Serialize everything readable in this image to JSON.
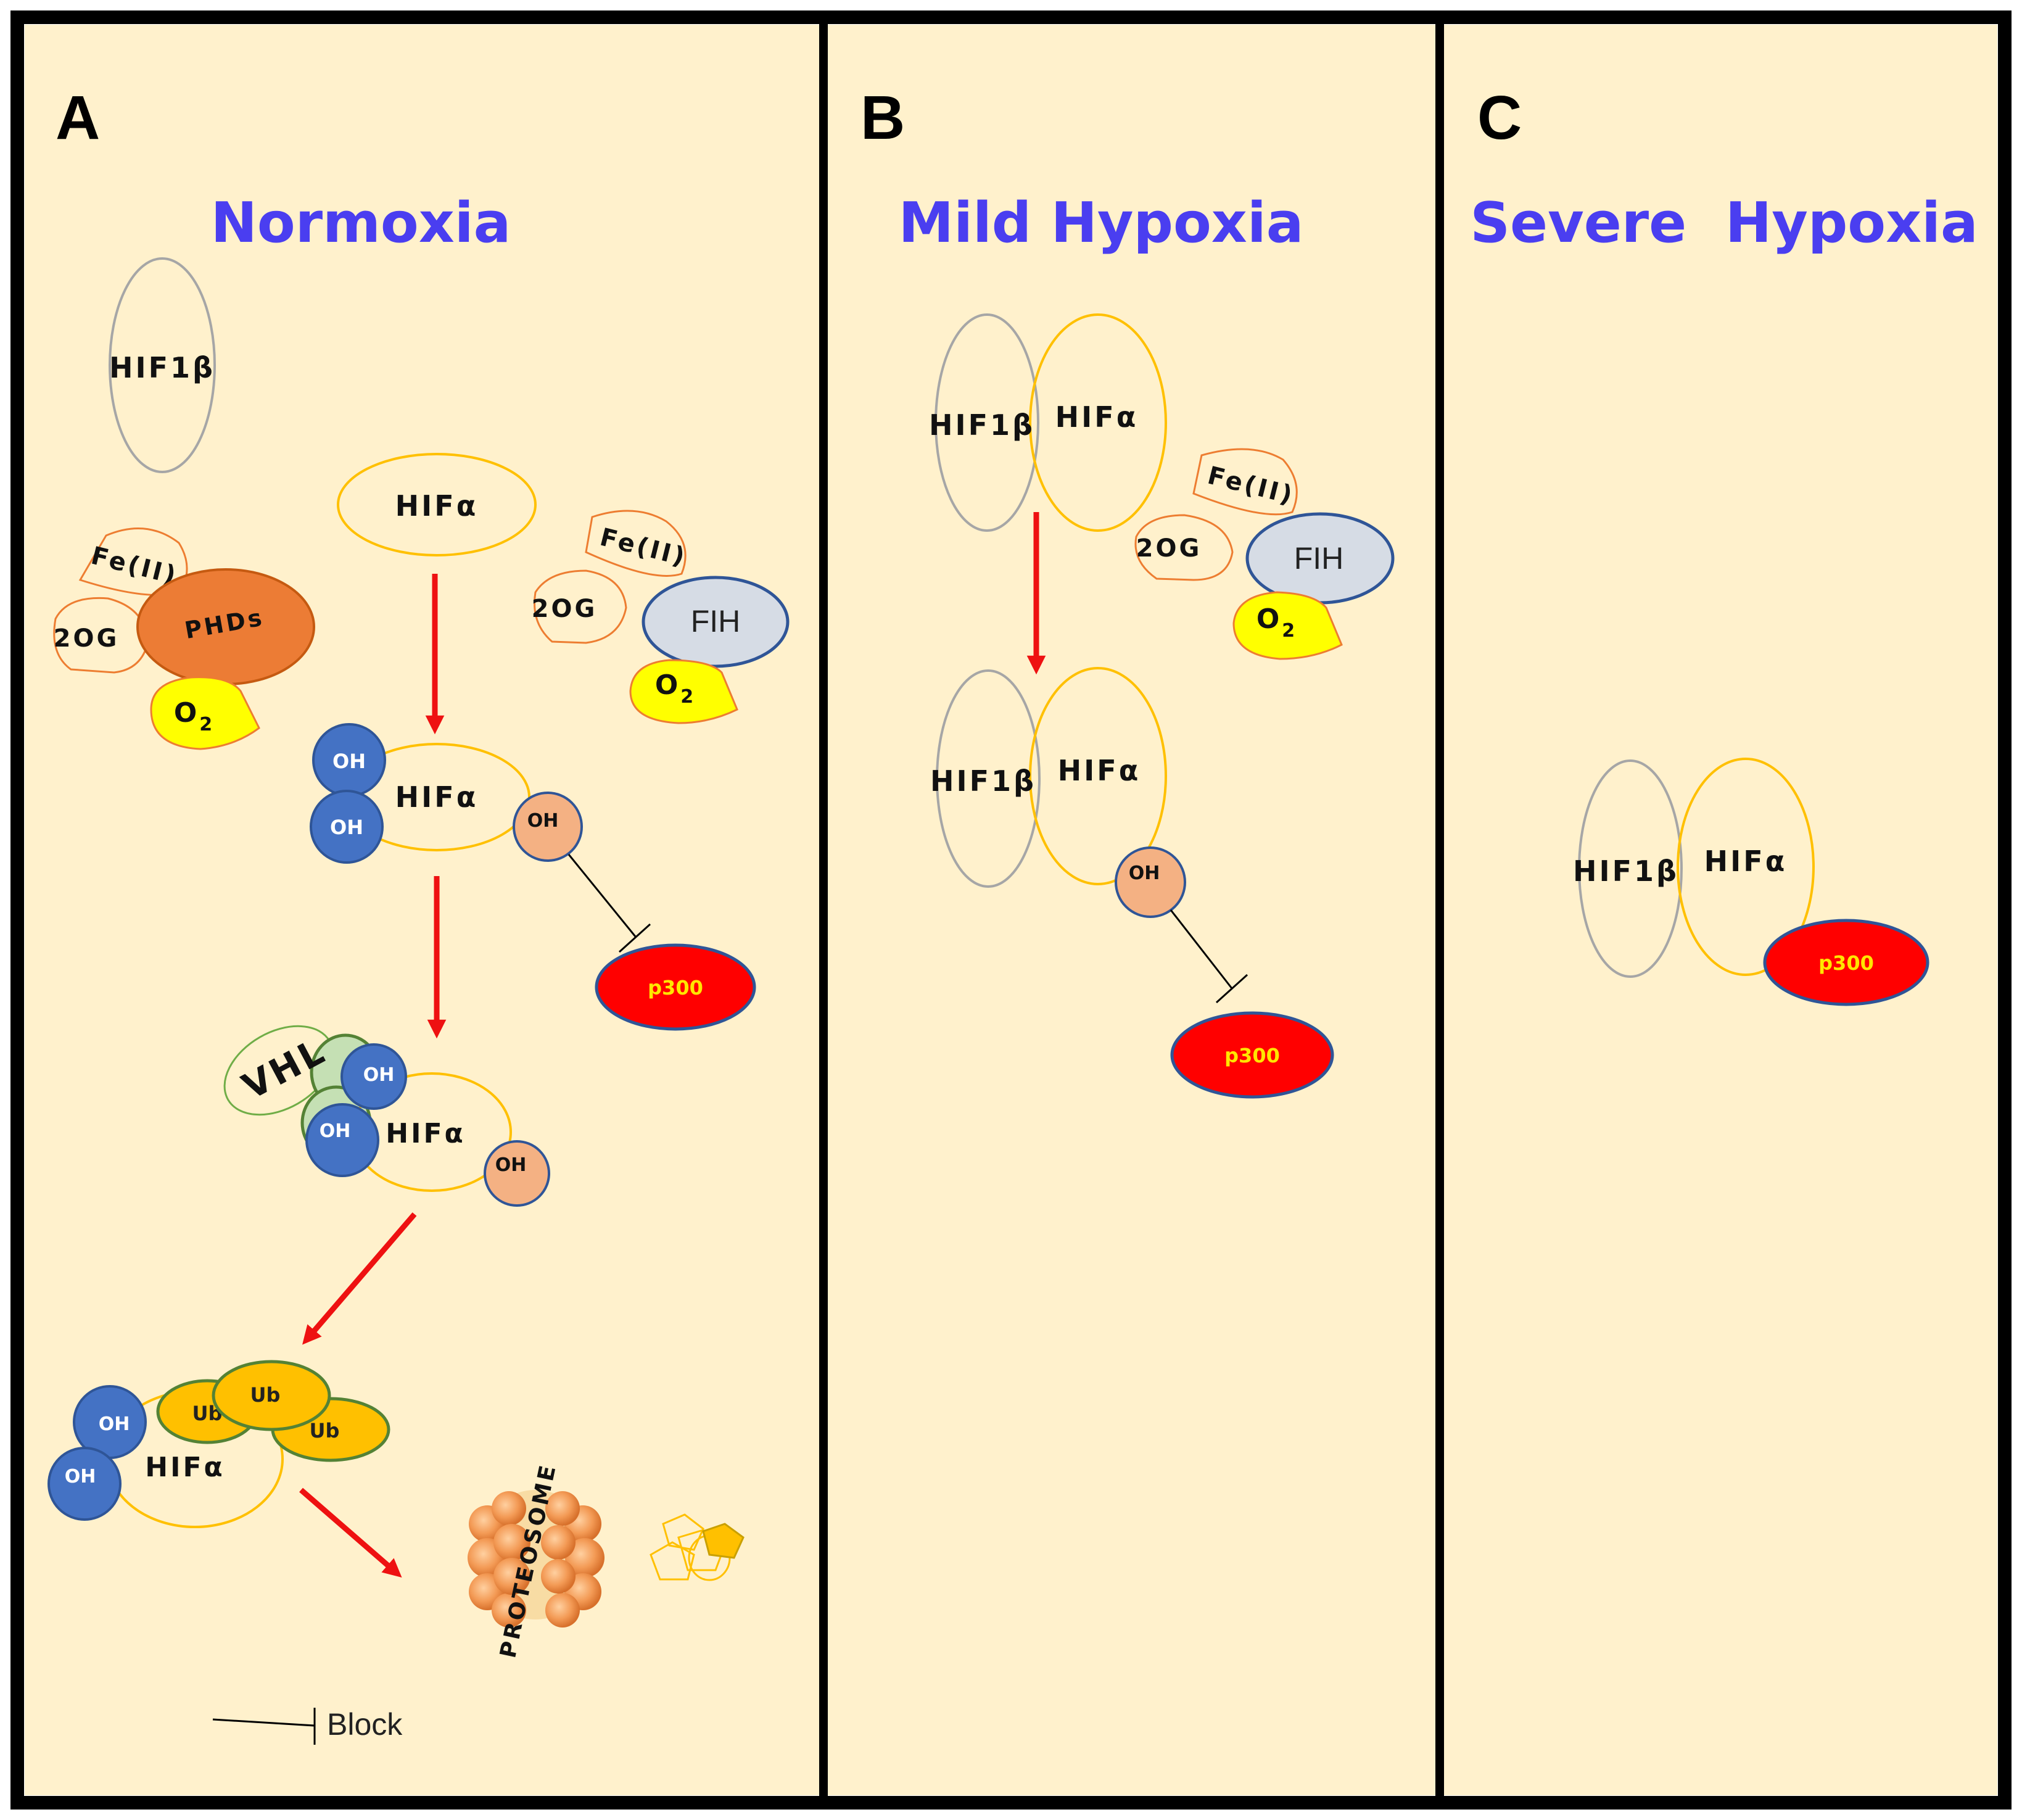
{
  "panels": {
    "a": {
      "letter": "A",
      "title": "Normoxia"
    },
    "b": {
      "letter": "B",
      "title": "Mild Hypoxia"
    },
    "c": {
      "letter": "C",
      "title": "Severe  Hypoxia"
    }
  },
  "labels": {
    "hif1b": "HIF1β",
    "hifa": "HIFα",
    "fe2": "Fe(II)",
    "og": "2OG",
    "phds": "PHDs",
    "o2_base": "O",
    "o2_sub": "2",
    "fih": "FIH",
    "oh": "OH",
    "p300": "p300",
    "vhl": "VHL",
    "ub": "Ub",
    "proteosome": "PROTEOSOME",
    "block": "Block"
  },
  "colors": {
    "background": "#fff1cc",
    "border": "#000000",
    "title": "#4a3ef0",
    "arrow": "#ee1111",
    "phds": "#ec7c35",
    "o2": "#ffff00",
    "fih": "#d6dce5",
    "oh_blue": "#4472c4",
    "oh_salmon": "#f4b183",
    "p300": "#ff0000",
    "ub": "#ffc000",
    "vhl": "#c5e0b4"
  }
}
